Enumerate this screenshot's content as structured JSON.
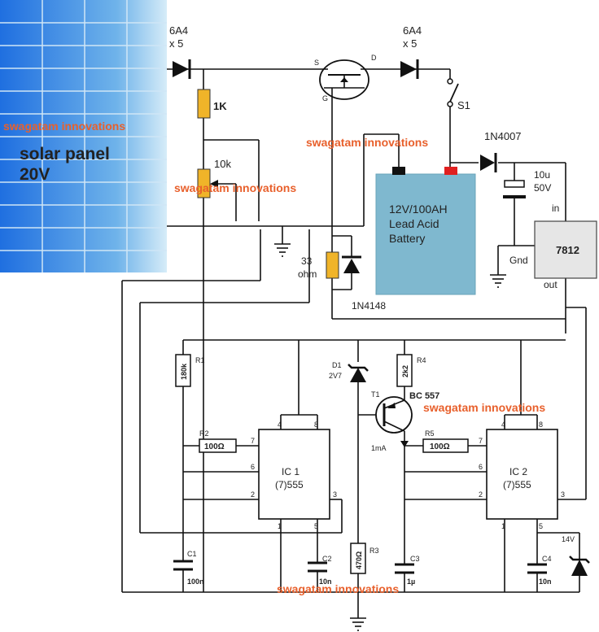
{
  "solar_panel": {
    "line1": "solar panel",
    "line2": "20V"
  },
  "watermark": "swagatam innovations",
  "diode_in": {
    "name": "6A4",
    "count": "x 5"
  },
  "diode_out": {
    "name": "6A4",
    "count": "x 5"
  },
  "mosfet": {
    "s": "S",
    "d": "D",
    "g": "G"
  },
  "switch_label": "S1",
  "r_1k": "1K",
  "pot_10k": "10k",
  "r_33": {
    "line1": "33",
    "line2": "ohm"
  },
  "diode_1n4148": "1N4148",
  "diode_1n4007": "1N4007",
  "cap_10u": {
    "line1": "10u",
    "line2": "50V"
  },
  "battery": {
    "line1": "12V/100AH",
    "line2": "Lead Acid",
    "line3": "Battery"
  },
  "regulator": {
    "name": "7812",
    "in": "in",
    "gnd": "Gnd",
    "out": "out"
  },
  "r1": {
    "ref": "R1",
    "value": "180k"
  },
  "r2": {
    "ref": "R2",
    "value": "100Ω"
  },
  "r3": {
    "ref": "R3",
    "value": "470Ω"
  },
  "r4": {
    "ref": "R4",
    "value": "2k2"
  },
  "r5": {
    "ref": "R5",
    "value": "100Ω"
  },
  "d1": {
    "ref": "D1",
    "value": "2V7"
  },
  "t1": {
    "ref": "T1",
    "value": "BC 557",
    "current": "1mA"
  },
  "ic1": {
    "line1": "IC 1",
    "line2": "(7)555",
    "pins": {
      "p4": "4",
      "p8": "8",
      "p7": "7",
      "p6": "6",
      "p2": "2",
      "p3": "3",
      "p1": "1",
      "p5": "5"
    }
  },
  "ic2": {
    "line1": "IC 2",
    "line2": "(7)555",
    "pins": {
      "p4": "4",
      "p8": "8",
      "p7": "7",
      "p6": "6",
      "p2": "2",
      "p3": "3",
      "p1": "1",
      "p5": "5"
    }
  },
  "c1": {
    "ref": "C1",
    "value": "100n"
  },
  "c2": {
    "ref": "C2",
    "value": "10n"
  },
  "c3": {
    "ref": "C3",
    "value": "1µ"
  },
  "c4": {
    "ref": "C4",
    "value": "10n"
  },
  "zener_14v": "14V",
  "colors": {
    "panel": "#2e7ae0",
    "battery": "#7fb8cf",
    "resistor": "#f0b429",
    "wire": "#111111",
    "watermark": "#e8602c"
  }
}
